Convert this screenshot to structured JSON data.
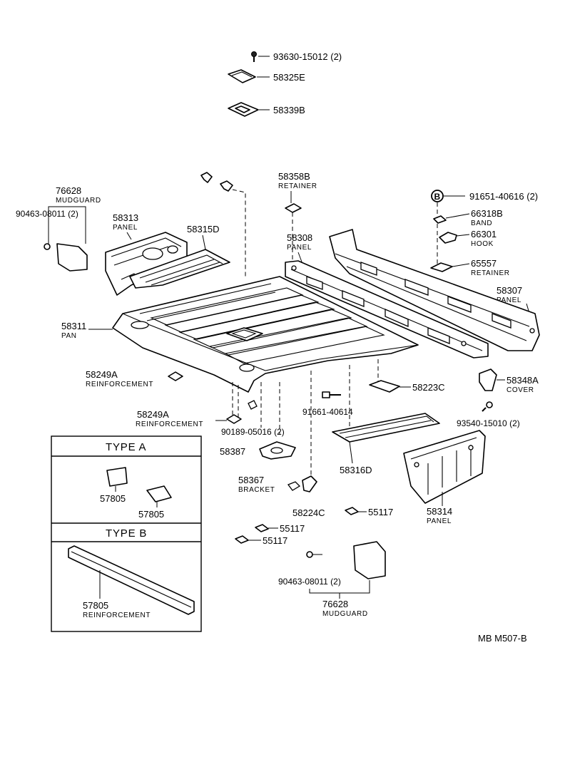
{
  "labels": {
    "l_93630": "93630-15012 (2)",
    "l_58325E": "58325E",
    "l_58339B": "58339B",
    "l_58358B": "58358B",
    "l_58358B_cap": "RETAINER",
    "l_91651": "91651-40616 (2)",
    "l_66318B": "66318B",
    "l_66318B_cap": "BAND",
    "l_66301": "66301",
    "l_66301_cap": "HOOK",
    "l_65557": "65557",
    "l_65557_cap": "RETAINER",
    "l_58307": "58307",
    "l_58307_cap": "PANEL",
    "l_76628a": "76628",
    "l_76628a_cap": "MUDGUARD",
    "l_90463a": "90463-08011 (2)",
    "l_58313": "58313",
    "l_58313_cap": "PANEL",
    "l_58315D": "58315D",
    "l_58308": "58308",
    "l_58308_cap": "PANEL",
    "l_58311": "58311",
    "l_58311_cap": "PAN",
    "l_58249A_1": "58249A",
    "l_58249A_1_cap": "REINFORCEMENT",
    "l_58223C": "58223C",
    "l_58348A": "58348A",
    "l_58348A_cap": "COVER",
    "l_91661": "91661-40614",
    "l_58249A_2": "58249A",
    "l_58249A_2_cap": "REINFORCEMENT",
    "l_90189": "90189-05016 (2)",
    "l_93540": "93540-15010 (2)",
    "l_58387": "58387",
    "l_58316D": "58316D",
    "l_58367": "58367",
    "l_58367_cap": "BRACKET",
    "l_58224C": "58224C",
    "l_55117_a": "55117",
    "l_55117_b": "55117",
    "l_55117_c": "55117",
    "l_58314": "58314",
    "l_58314_cap": "PANEL",
    "l_90463b": "90463-08011 (2)",
    "l_76628b": "76628",
    "l_76628b_cap": "MUDGUARD",
    "type_a": "TYPE  A",
    "type_b": "TYPE  B",
    "l_57805_a1": "57805",
    "l_57805_a2": "57805",
    "l_57805_b": "57805",
    "l_57805_b_cap": "REINFORCEMENT",
    "b_marker": "B",
    "figure_code": "MB  M507-B"
  },
  "icons": {
    "bolt": "bolt-icon",
    "clip": "clip-icon",
    "marker": "circled-letter-b"
  }
}
